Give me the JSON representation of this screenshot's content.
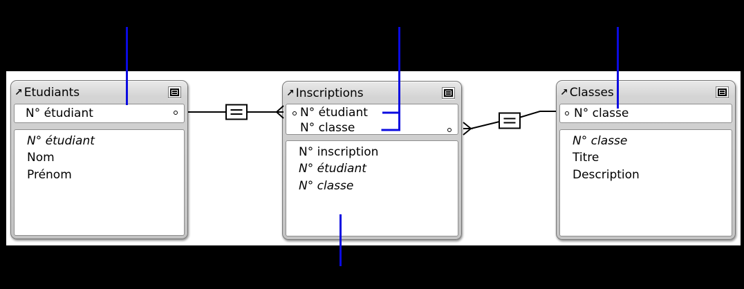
{
  "colors": {
    "background": "#000000",
    "canvas": "#ffffff",
    "callout": "#0b0be0",
    "connector": "#000000",
    "table_bg": "#cbcbcb",
    "table_border": "#767676"
  },
  "icons": {
    "table_arrow": "↗",
    "collapse_button": "box-with-two-bars",
    "connector_dot": "small-ring",
    "many_end": "crows-foot"
  },
  "tables": [
    {
      "title": "Etudiants",
      "match_fields": [
        {
          "name": "N° étudiant"
        }
      ],
      "fields": [
        {
          "name": "N° étudiant",
          "italic": true
        },
        {
          "name": "Nom",
          "italic": false
        },
        {
          "name": "Prénom",
          "italic": false
        }
      ]
    },
    {
      "title": "Inscriptions",
      "match_fields": [
        {
          "name": "N° étudiant"
        },
        {
          "name": "N° classe"
        }
      ],
      "fields": [
        {
          "name": "N° inscription",
          "italic": false
        },
        {
          "name": "N° étudiant",
          "italic": true
        },
        {
          "name": "N° classe",
          "italic": true
        }
      ]
    },
    {
      "title": "Classes",
      "match_fields": [
        {
          "name": "N° classe"
        }
      ],
      "fields": [
        {
          "name": "N° classe",
          "italic": true
        },
        {
          "name": "Titre",
          "italic": false
        },
        {
          "name": "Description",
          "italic": false
        }
      ]
    }
  ],
  "relationships": [
    {
      "operator": "=",
      "from_table": "Etudiants",
      "from_field": "N° étudiant",
      "to_table": "Inscriptions",
      "to_field": "N° étudiant",
      "many_side": "Inscriptions"
    },
    {
      "operator": "=",
      "from_table": "Inscriptions",
      "from_field": "N° classe",
      "to_table": "Classes",
      "to_field": "N° classe",
      "many_side": "Inscriptions"
    }
  ],
  "annotations": {
    "callout_targets": [
      "etudiants-match-field",
      "inscriptions-match-fields",
      "classes-match-field",
      "inscriptions-field-list"
    ]
  }
}
